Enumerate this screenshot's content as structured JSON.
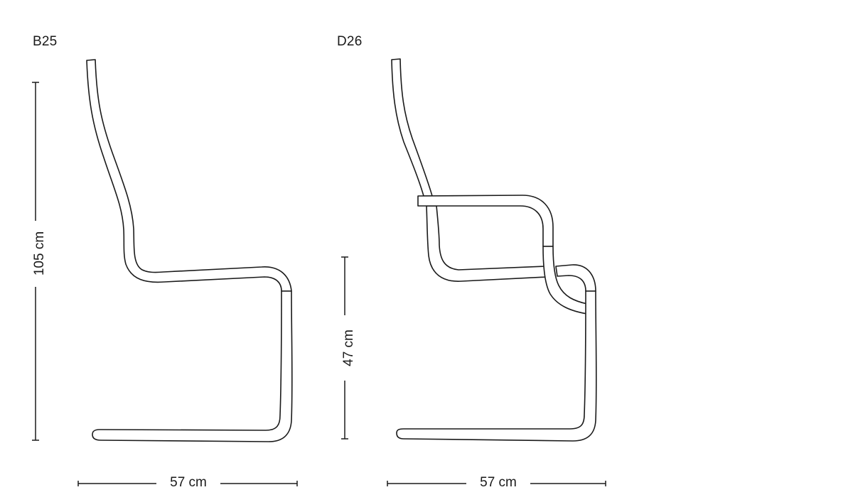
{
  "diagram": {
    "title": "Chair side-view dimension drawings",
    "colors": {
      "background": "#ffffff",
      "line": "#1a1a1a"
    },
    "chairs": [
      {
        "model": "B25",
        "type": "cantilever chair without armrests",
        "dimensions": {
          "height": "105 cm",
          "width": "57 cm"
        }
      },
      {
        "model": "D26",
        "type": "cantilever chair with armrests",
        "dimensions": {
          "seat_height": "47 cm",
          "width": "57 cm"
        }
      }
    ]
  }
}
